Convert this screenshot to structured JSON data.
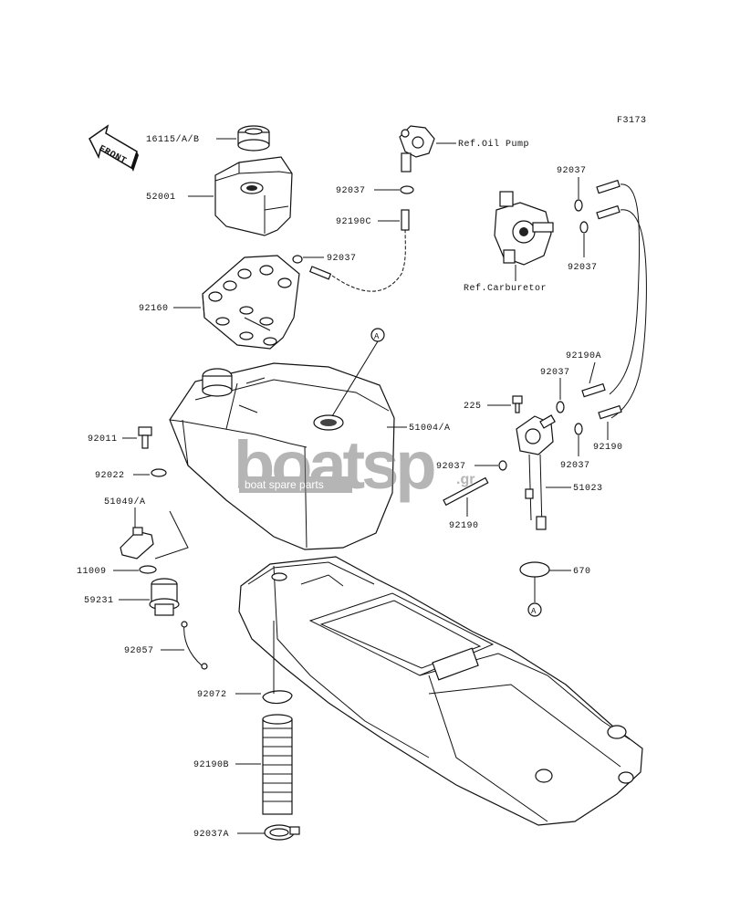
{
  "figure_code": "F3173",
  "front_label": "FRONT",
  "watermark": {
    "brand": "boatsp",
    "suffix": ".gr",
    "tagline": "boat spare parts"
  },
  "callout_marker": "A",
  "labels": {
    "p16115": "16115/A/B",
    "p52001": "52001",
    "p92160": "92160",
    "p92037_cap": "92037",
    "p92037_top": "92037",
    "p92190c": "92190C",
    "ref_oil_pump": "Ref.Oil Pump",
    "ref_carburetor": "Ref.Carburetor",
    "p92037_r1": "92037",
    "p92037_r2": "92037",
    "p92190a": "92190A",
    "p92037_r3": "92037",
    "p225": "225",
    "p92037_r4": "92037",
    "p92190_r": "92190",
    "p51004": "51004/A",
    "p92037_mid": "92037",
    "p51023": "51023",
    "p92190_mid": "92190",
    "p92011": "92011",
    "p92022": "92022",
    "p51049": "51049/A",
    "p11009": "11009",
    "p59231": "59231",
    "p92057": "92057",
    "p670": "670",
    "p92072": "92072",
    "p92190b": "92190B",
    "p92037a": "92037A"
  }
}
